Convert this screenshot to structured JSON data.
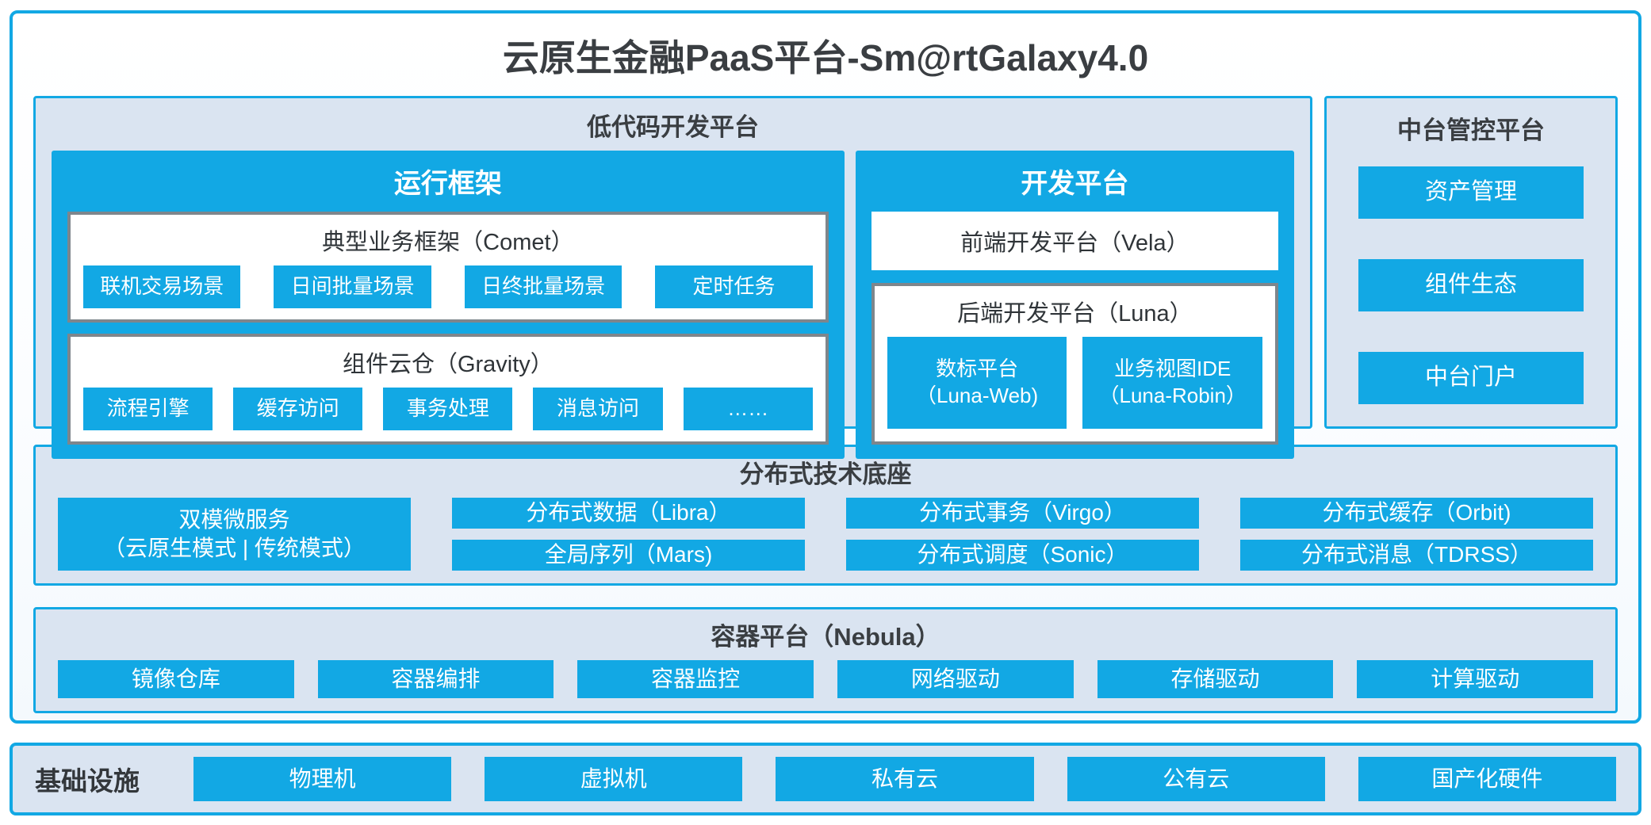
{
  "colors": {
    "accent": "#12A8E4",
    "panel_bg": "#DAE4F1",
    "gray_border": "#7E868C",
    "text_dark": "#3A3E42"
  },
  "title": "云原生金融PaaS平台-Sm@rtGalaxy4.0",
  "lowcode": {
    "title": "低代码开发平台",
    "runtime": {
      "title": "运行框架",
      "comet": {
        "title": "典型业务框架（Comet）",
        "items": [
          "联机交易场景",
          "日间批量场景",
          "日终批量场景",
          "定时任务"
        ]
      },
      "gravity": {
        "title": "组件云仓（Gravity）",
        "items": [
          "流程引擎",
          "缓存访问",
          "事务处理",
          "消息访问",
          "……"
        ]
      }
    },
    "dev": {
      "title": "开发平台",
      "vela": {
        "title": "前端开发平台（Vela）"
      },
      "luna": {
        "title": "后端开发平台（Luna）",
        "items": [
          {
            "line1": "数标平台",
            "line2": "（Luna-Web)"
          },
          {
            "line1": "业务视图IDE",
            "line2": "（Luna-Robin）"
          }
        ]
      }
    }
  },
  "management": {
    "title": "中台管控平台",
    "items": [
      "资产管理",
      "组件生态",
      "中台门户"
    ]
  },
  "distributed": {
    "title": "分布式技术底座",
    "dual": {
      "line1": "双模微服务",
      "line2": "（云原生模式 | 传统模式）"
    },
    "rows": [
      [
        "分布式数据（Libra）",
        "分布式事务（Virgo）",
        "分布式缓存（Orbit)"
      ],
      [
        "全局序列（Mars)",
        "分布式调度（Sonic）",
        "分布式消息（TDRSS）"
      ]
    ]
  },
  "nebula": {
    "title": "容器平台（Nebula）",
    "items": [
      "镜像仓库",
      "容器编排",
      "容器监控",
      "网络驱动",
      "存储驱动",
      "计算驱动"
    ]
  },
  "infra": {
    "label": "基础设施",
    "items": [
      "物理机",
      "虚拟机",
      "私有云",
      "公有云",
      "国产化硬件"
    ]
  }
}
